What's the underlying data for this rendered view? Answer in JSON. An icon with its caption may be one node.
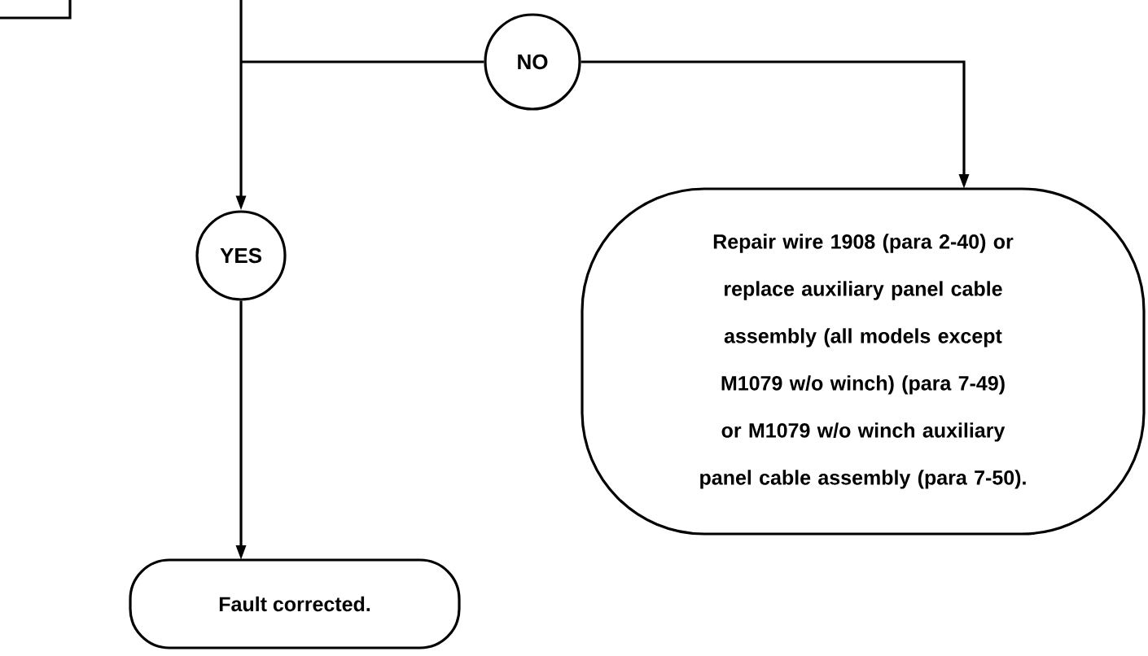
{
  "diagram": {
    "nodes": [
      {
        "text": [],
        "shape": "box"
      },
      {
        "text": [
          "NO"
        ]
      },
      {
        "text": [
          "YES"
        ]
      },
      {
        "text": [
          "Repair wire 1908 (para 2-40) or replace auxiliary panel cable assembly (all models except M1079 w/o winch) (para 7-49) or M1079 w/o winch auxiliary panel cable assembly (para 7-50)."
        ]
      },
      {
        "text": [
          "Fault corrected."
        ]
      }
    ],
    "edges": [
      {
        "from": null,
        "to": 2,
        "arrow": "to"
      },
      {
        "from": null,
        "to": 1,
        "arrow": "none"
      },
      {
        "from": 1,
        "to": 3,
        "arrow": "to"
      },
      {
        "from": 2,
        "to": 4,
        "arrow": "to"
      }
    ]
  }
}
